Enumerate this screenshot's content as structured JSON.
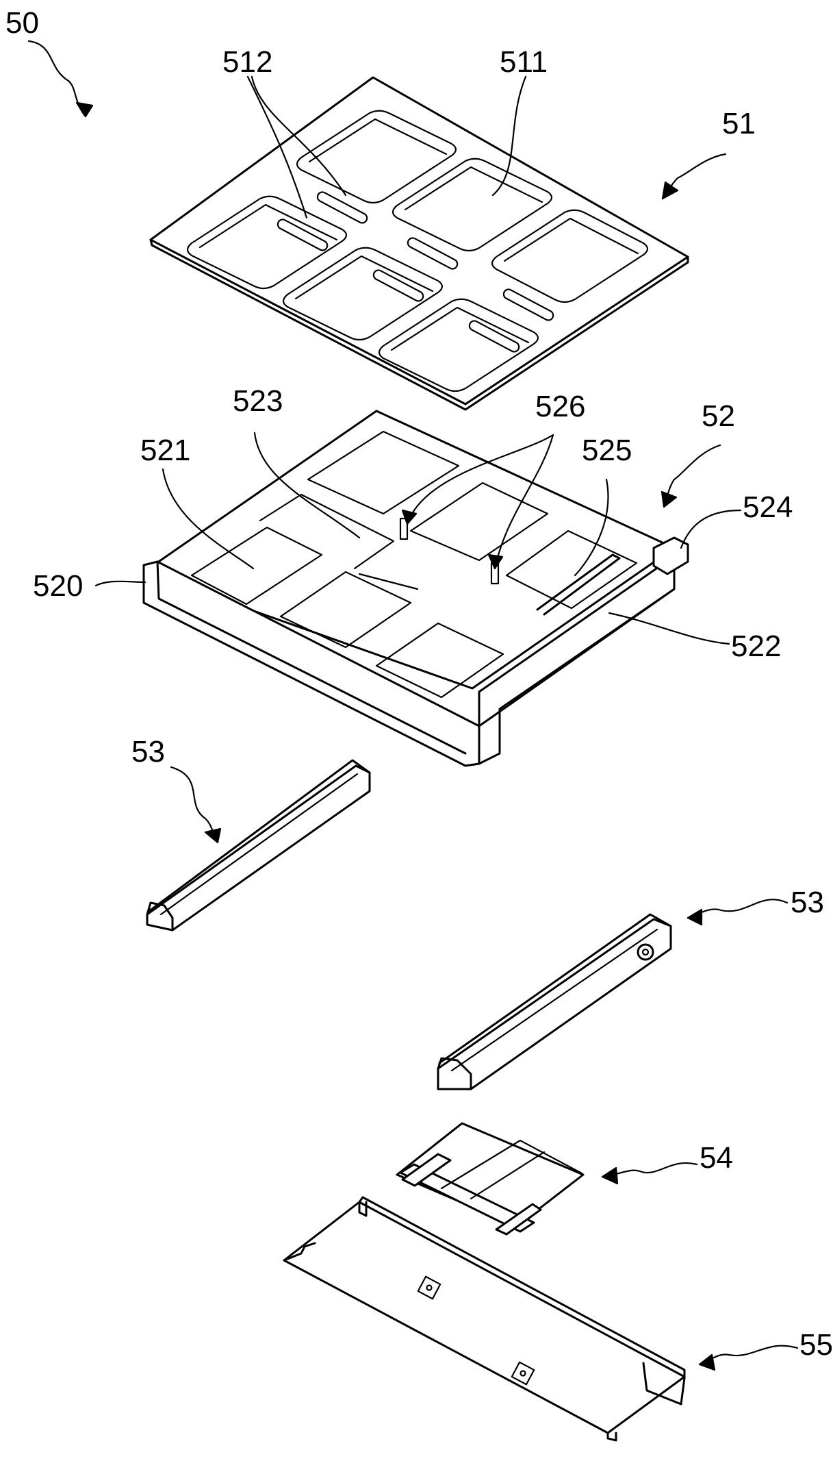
{
  "labels": {
    "assembly": "50",
    "tray_cover": "51",
    "cover_recess": "511",
    "cover_slot": "512",
    "tray_body": "52",
    "front_panel": "520",
    "tray_pocket": "521",
    "tray_floor": "522",
    "rib_channel": "523",
    "hinge_end": "524",
    "side_wall": "525",
    "divider_pin": "526",
    "rail_left": "53",
    "rail_right": "53",
    "slider": "54",
    "base_plate": "55"
  }
}
